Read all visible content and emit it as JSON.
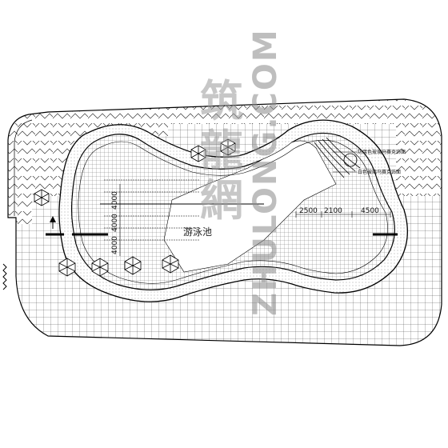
{
  "drawing": {
    "pool_label": "游泳池",
    "note_top": "防腐色玻璃马赛克饰面",
    "note_bottom": "白色玻璃马赛克饰面",
    "dim_left_1": "4000",
    "dim_left_2": "4000",
    "dim_left_3": "4000",
    "dim_bottom_1": "2500",
    "dim_bottom_2": "2100",
    "dim_bottom_3": "4500"
  },
  "watermark": {
    "chinese": "筑龍網",
    "english": "ZHULONG.COM"
  },
  "colors": {
    "line": "#000000",
    "grid": "#555555",
    "watermark": "#9a9a9a"
  }
}
